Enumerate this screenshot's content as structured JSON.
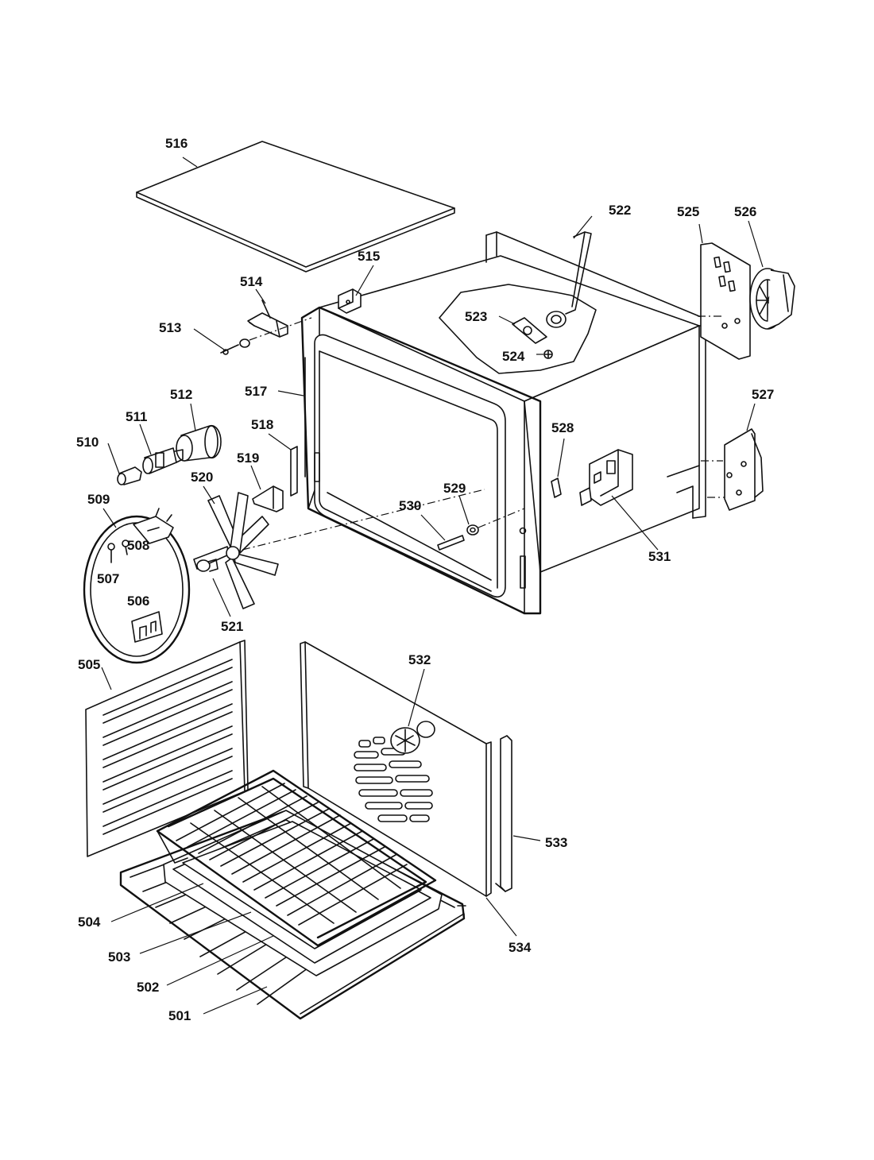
{
  "labels": {
    "p501": "501",
    "p502": "502",
    "p503": "503",
    "p504": "504",
    "p505": "505",
    "p506": "506",
    "p507": "507",
    "p508": "508",
    "p509": "509",
    "p510": "510",
    "p511": "511",
    "p512": "512",
    "p513": "513",
    "p514": "514",
    "p515": "515",
    "p516": "516",
    "p517": "517",
    "p518": "518",
    "p519": "519",
    "p520": "520",
    "p521": "521",
    "p522": "522",
    "p523": "523",
    "p524": "524",
    "p525": "525",
    "p526": "526",
    "p527": "527",
    "p528": "528",
    "p529": "529",
    "p530": "530",
    "p531": "531",
    "p532": "532",
    "p533": "533",
    "p534": "534"
  },
  "colors": {
    "line": "#111111",
    "background": "#ffffff"
  }
}
